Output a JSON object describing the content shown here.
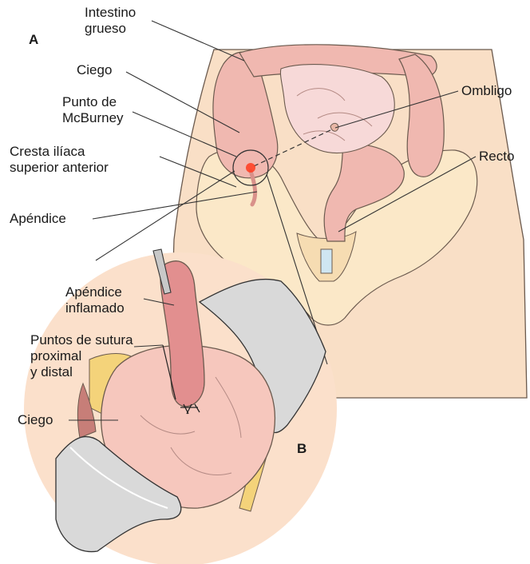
{
  "panels": {
    "a": "A",
    "b": "B"
  },
  "labels": {
    "intestino_grueso": [
      "Intestino",
      "grueso"
    ],
    "ciego_a": "Ciego",
    "punto_mcburney": [
      "Punto de",
      "McBurney"
    ],
    "cresta_iliaca": [
      "Cresta ilíaca",
      "superior anterior"
    ],
    "apendice": "Apéndice",
    "ombligo": "Ombligo",
    "recto": "Recto",
    "apendice_inflamado": [
      "Apéndice",
      "inflamado"
    ],
    "puntos_sutura": [
      "Puntos de sutura",
      "proximal",
      "y distal"
    ],
    "ciego_b": "Ciego"
  },
  "colors": {
    "skin": "#f9dfc6",
    "skin_outline": "#6b5a4e",
    "colon": "#f0b8b0",
    "colon_dark": "#d9918a",
    "small_intestine": "#f7d9d8",
    "bone": "#fbe8c8",
    "inflamed": "#d97c7c",
    "circle_bg": "#fbe0cb",
    "retractor": "#d9d9d9",
    "mcburney_dot": "#ff3b1f"
  }
}
